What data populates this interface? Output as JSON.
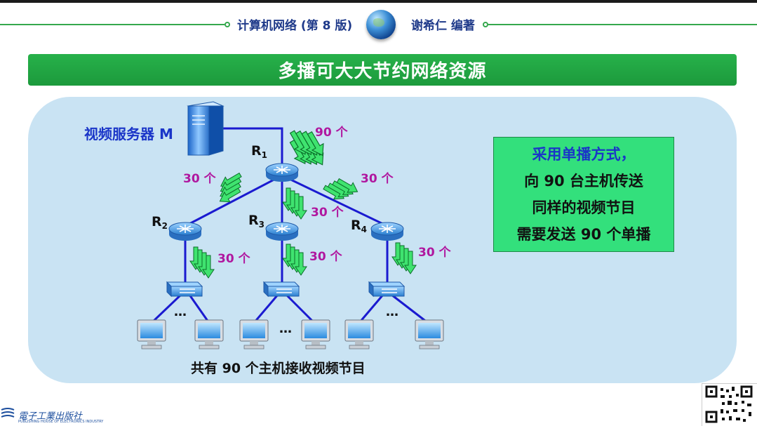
{
  "header": {
    "book_title": "计算机网络 (第 8 版)",
    "author": "谢希仁 编著"
  },
  "slide": {
    "title": "多播可大大节约网络资源"
  },
  "diagram": {
    "server_label": "视频服务器 M",
    "routers": [
      {
        "name": "R",
        "sub": "1"
      },
      {
        "name": "R",
        "sub": "2"
      },
      {
        "name": "R",
        "sub": "3"
      },
      {
        "name": "R",
        "sub": "4"
      }
    ],
    "counts": {
      "server_to_r1": "90 个",
      "r1_to_r2": "30 个",
      "r1_to_r3": "30 个",
      "r1_to_r4": "30 个",
      "r2_down": "30 个",
      "r3_down": "30 个",
      "r4_down": "30 个"
    },
    "ellipsis": "…",
    "bottom_label": "共有 90 个主机接收视频节目"
  },
  "info_box": {
    "lines": [
      "采用单播方式，",
      "向 90 台主机传送",
      "同样的视频节目",
      "需要发送 90 个单播"
    ]
  },
  "footer": {
    "publisher_cn": "電子工業出版社",
    "publisher_en": "PUBLISHING HOUSE OF ELECTRONICS INDUSTRY"
  },
  "colors": {
    "accent_green": "#27b14a",
    "link_blue": "#1a1ad0",
    "count_magenta": "#b0179f",
    "arrow_green": "#3fe36f",
    "info_box_green": "#33e07c"
  }
}
